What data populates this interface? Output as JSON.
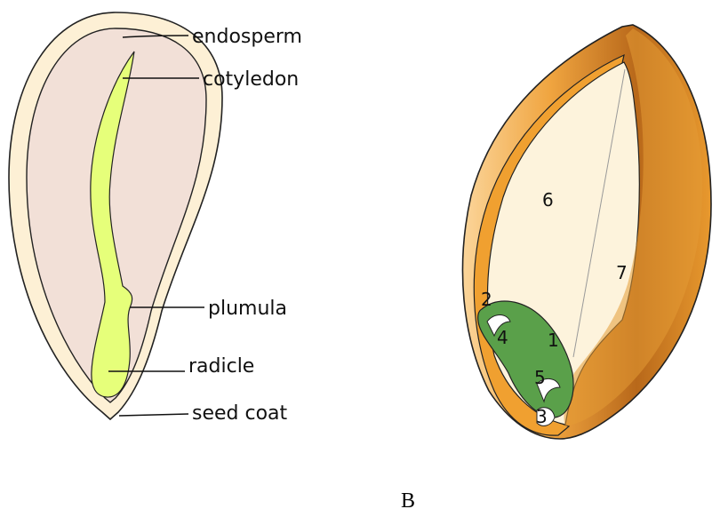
{
  "labels": {
    "endosperm": "endosperm",
    "cotyledon": "cotyledon",
    "plumula": "plumula",
    "radicle": "radicle",
    "seed_coat": "seed coat"
  },
  "numbers": {
    "n1": "1",
    "n2": "2",
    "n3": "3",
    "n4": "4",
    "n5": "5",
    "n6": "6",
    "n7": "7"
  },
  "caption": "B",
  "colors": {
    "seed_coat": "#fdf0d5",
    "endosperm": "#f2e0d7",
    "embryo": "#e6ff7a",
    "grain_shell": "#f0a030",
    "grain_inner": "#fdf3dc",
    "grain_embryo": "#5aa04a"
  }
}
